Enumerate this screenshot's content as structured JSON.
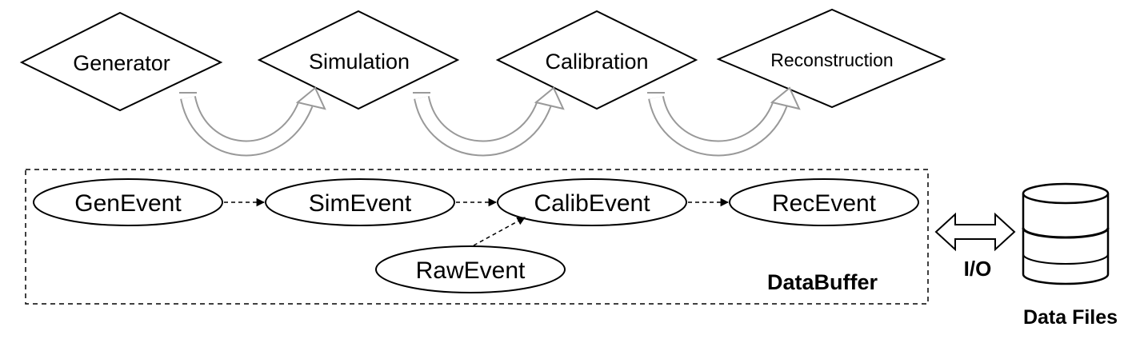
{
  "algorithms": [
    {
      "label": "Generator"
    },
    {
      "label": "Simulation"
    },
    {
      "label": "Calibration"
    },
    {
      "label": "Reconstruction"
    }
  ],
  "events": [
    {
      "label": "GenEvent"
    },
    {
      "label": "SimEvent"
    },
    {
      "label": "CalibEvent"
    },
    {
      "label": "RecEvent"
    },
    {
      "label": "RawEvent"
    }
  ],
  "buffer": {
    "label": "DataBuffer"
  },
  "io": {
    "label": "I/O"
  },
  "storage": {
    "label": "Data Files"
  }
}
